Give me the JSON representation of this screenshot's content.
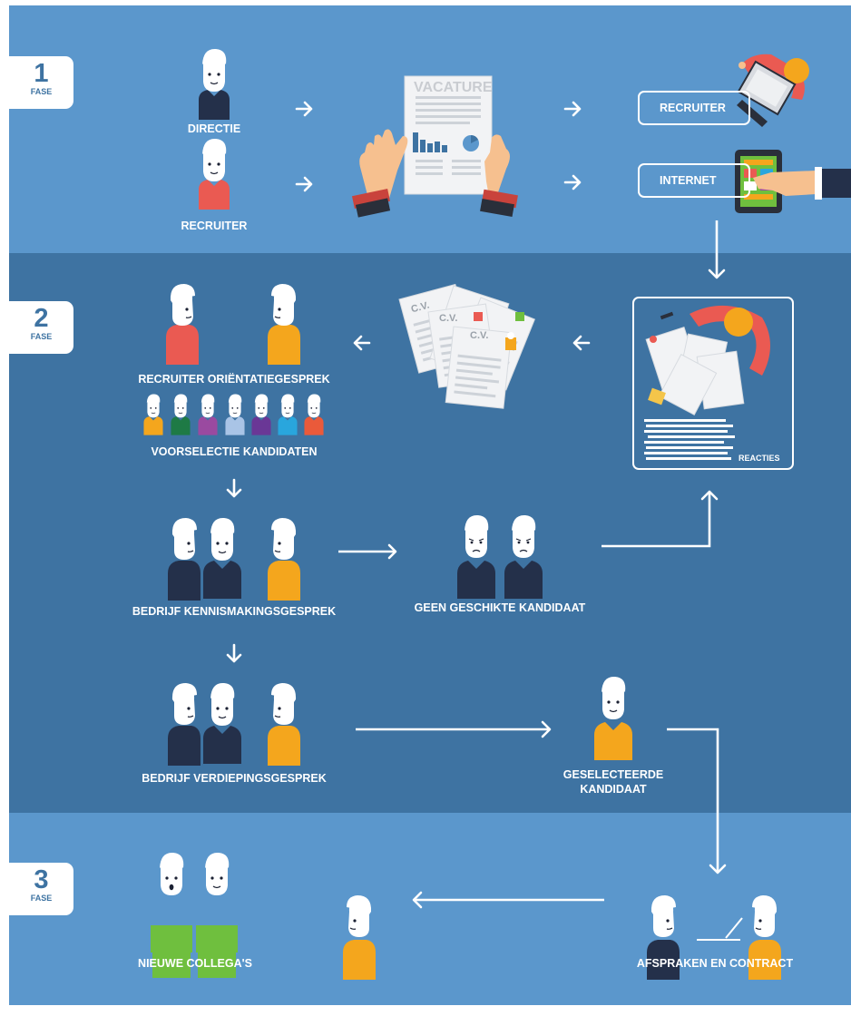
{
  "phases": [
    {
      "number": "1",
      "label": "FASE"
    },
    {
      "number": "2",
      "label": "FASE"
    },
    {
      "number": "3",
      "label": "FASE"
    }
  ],
  "phase1": {
    "person_labels": [
      "DIRECTIE",
      "RECRUITER"
    ],
    "document_title": "VACATURE",
    "channels": [
      "RECRUITER",
      "INTERNET"
    ]
  },
  "phase2": {
    "cv_label": "C.V.",
    "reacties": "REACTIES",
    "steps": {
      "orientation": "RECRUITER ORIËNTATIEGESPREK",
      "preselection": "VOORSELECTIE KANDIDATEN",
      "introduction": "BEDRIJF KENNISMAKINGSGESPREK",
      "no_candidate": "GEEN GESCHIKTE KANDIDAAT",
      "in_depth": "BEDRIJF VERDIEPINGSGESPREK",
      "selected_line1": "GESELECTEERDE",
      "selected_line2": "KANDIDAAT"
    }
  },
  "phase3": {
    "colleagues": "NIEUWE COLLEGA'S",
    "contract": "AFSPRAKEN EN CONTRACT"
  },
  "colors": {
    "light_band": "#5b97cc",
    "dark_band": "#3e73a2",
    "navy_shirt": "#24304a",
    "red_shirt": "#ea5a52",
    "orange_shirt": "#f4a61d",
    "green_shirt": "#6fbf3e",
    "row_shirts": [
      "#f4a61d",
      "#1e7a45",
      "#9a4aa0",
      "#a9c4e6",
      "#6a3796",
      "#29a6dd",
      "#ea5a3a"
    ]
  }
}
